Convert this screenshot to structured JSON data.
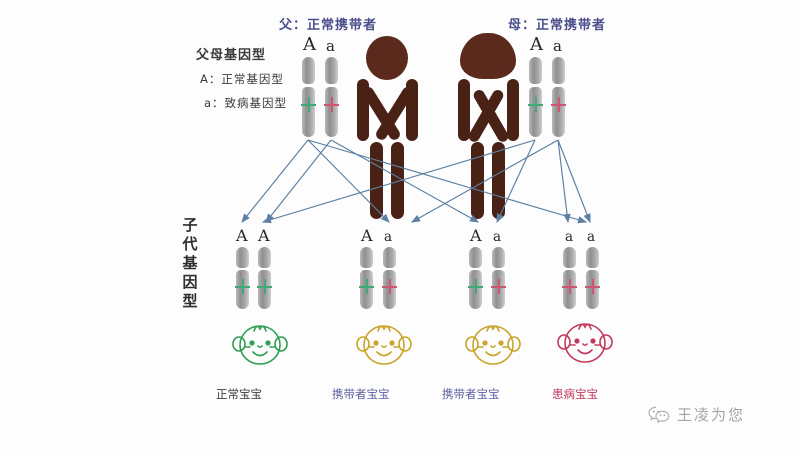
{
  "legend": {
    "title": "父母基因型",
    "line_a": "A：正常基因型",
    "line_b": "a：致病基因型"
  },
  "parents": {
    "father": {
      "title": "父：正常携带者",
      "icon": "male-figure-icon",
      "alleles": [
        "A",
        "a"
      ],
      "marks": [
        "green",
        "red"
      ]
    },
    "mother": {
      "title": "母：正常携带者",
      "icon": "female-figure-icon",
      "alleles": [
        "A",
        "a"
      ],
      "marks": [
        "green",
        "red"
      ]
    }
  },
  "offspring_label": "子代基因型",
  "offspring": [
    {
      "genotype": [
        "A",
        "A"
      ],
      "marks": [
        "green",
        "green"
      ],
      "label": "正常宝宝",
      "baby_color": "#2f9e52",
      "label_class": "normal"
    },
    {
      "genotype": [
        "A",
        "a"
      ],
      "marks": [
        "green",
        "red"
      ],
      "label": "携带者宝宝",
      "baby_color": "#c9a227",
      "label_class": "carrier"
    },
    {
      "genotype": [
        "A",
        "a"
      ],
      "marks": [
        "green",
        "red"
      ],
      "label": "携带者宝宝",
      "baby_color": "#c9a227",
      "label_class": "carrier"
    },
    {
      "genotype": [
        "a",
        "a"
      ],
      "marks": [
        "red",
        "red"
      ],
      "label": "患病宝宝",
      "baby_color": "#c0395c",
      "label_class": "sick"
    }
  ],
  "colors": {
    "arrow": "#5c7fa3",
    "figure": "#4a2115",
    "head": "#5b2a1c",
    "title_blue": "#4a4f8c",
    "gene_normal": "#3faa74",
    "gene_disease": "#cf5570"
  },
  "watermark": {
    "text": "王凌为您",
    "icon": "wechat-icon"
  }
}
